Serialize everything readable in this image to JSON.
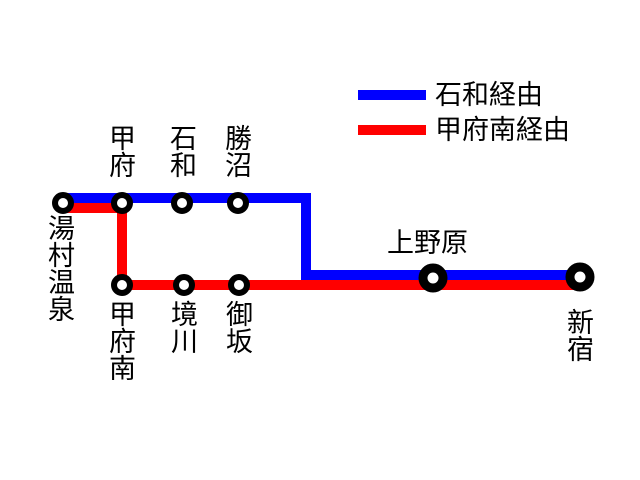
{
  "legend": [
    {
      "label": "石和経由",
      "color": "#0000ff"
    },
    {
      "label": "甲府南経由",
      "color": "#ff0000"
    }
  ],
  "stations": {
    "yumura_onsen": "湯村温泉",
    "kofu": "甲府",
    "isawa": "石和",
    "katsunuma": "勝沼",
    "kofu_minami": "甲府南",
    "sakai": "境川",
    "misaka": "御坂",
    "kaminohara": "上野原",
    "shinjuku": "新宿"
  }
}
